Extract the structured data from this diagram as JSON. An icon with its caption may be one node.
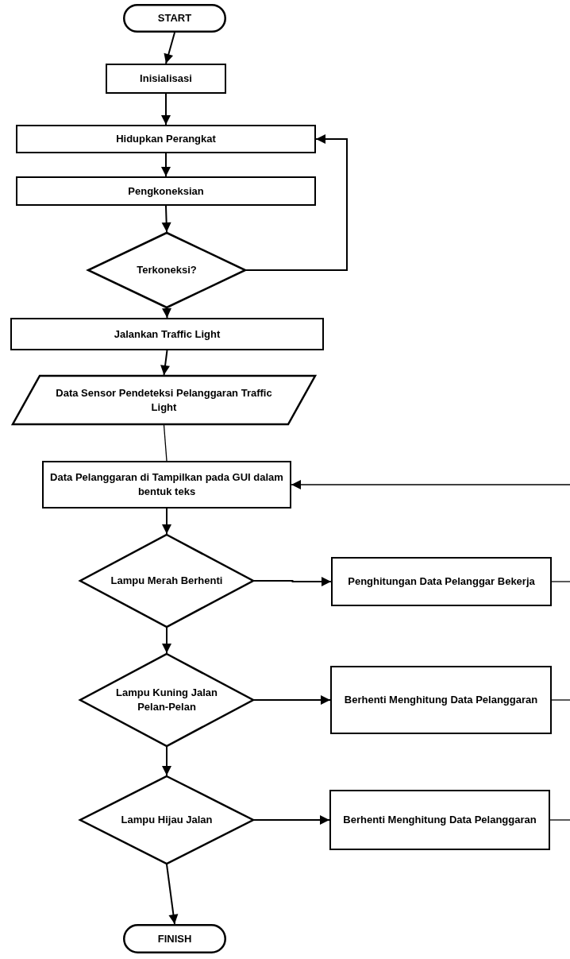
{
  "diagram": {
    "nodes": [
      {
        "text": [
          "START"
        ]
      },
      {
        "text": [
          "Inisialisasi"
        ]
      },
      {
        "text": [
          "Hidupkan Perangkat"
        ]
      },
      {
        "text": [
          "Pengkoneksian"
        ]
      },
      {
        "text": [
          "Terkoneksi?"
        ]
      },
      {
        "text": [
          "Jalankan Traffic Light"
        ]
      },
      {
        "text": [
          "Data Sensor Pendeteksi Pelanggaran Traffic Light"
        ]
      },
      {
        "text": [
          "Data Pelanggaran di Tampilkan pada GUI dalam bentuk teks"
        ]
      },
      {
        "text": [
          "Lampu Merah Berhenti"
        ]
      },
      {
        "text": [
          "Penghitungan Data Pelanggar Bekerja"
        ]
      },
      {
        "text": [
          "Lampu Kuning Jalan Pelan-Pelan"
        ]
      },
      {
        "text": [
          "Berhenti Menghitung Data Pelanggaran"
        ]
      },
      {
        "text": [
          "Lampu Hijau Jalan"
        ]
      },
      {
        "text": [
          "Berhenti Menghitung Data Pelanggaran"
        ]
      },
      {
        "text": [
          "FINISH"
        ]
      }
    ],
    "edges": [
      {
        "from": 0,
        "to": 1,
        "arrow": "to"
      },
      {
        "from": 1,
        "to": 2,
        "arrow": "to"
      },
      {
        "from": 2,
        "to": 3,
        "arrow": "to"
      },
      {
        "from": 3,
        "to": 4,
        "arrow": "to"
      },
      {
        "from": 4,
        "to": 2,
        "arrow": "to"
      },
      {
        "from": 4,
        "to": 5,
        "arrow": "to"
      },
      {
        "from": 5,
        "to": 6,
        "arrow": "to"
      },
      {
        "from": 6,
        "to": 7,
        "arrow": "none"
      },
      {
        "from": 7,
        "to": 8,
        "arrow": "to"
      },
      {
        "from": 8,
        "to": 9,
        "arrow": "to"
      },
      {
        "from": 8,
        "to": 10,
        "arrow": "to"
      },
      {
        "from": 10,
        "to": 11,
        "arrow": "to"
      },
      {
        "from": 10,
        "to": 12,
        "arrow": "to"
      },
      {
        "from": 12,
        "to": 13,
        "arrow": "to"
      },
      {
        "from": 12,
        "to": 14,
        "arrow": "to"
      },
      {
        "from": 9,
        "to": null,
        "arrow": "none"
      },
      {
        "from": 11,
        "to": null,
        "arrow": "none"
      },
      {
        "from": 13,
        "to": null,
        "arrow": "none"
      },
      {
        "from": null,
        "to": 7,
        "arrow": "to"
      }
    ]
  }
}
